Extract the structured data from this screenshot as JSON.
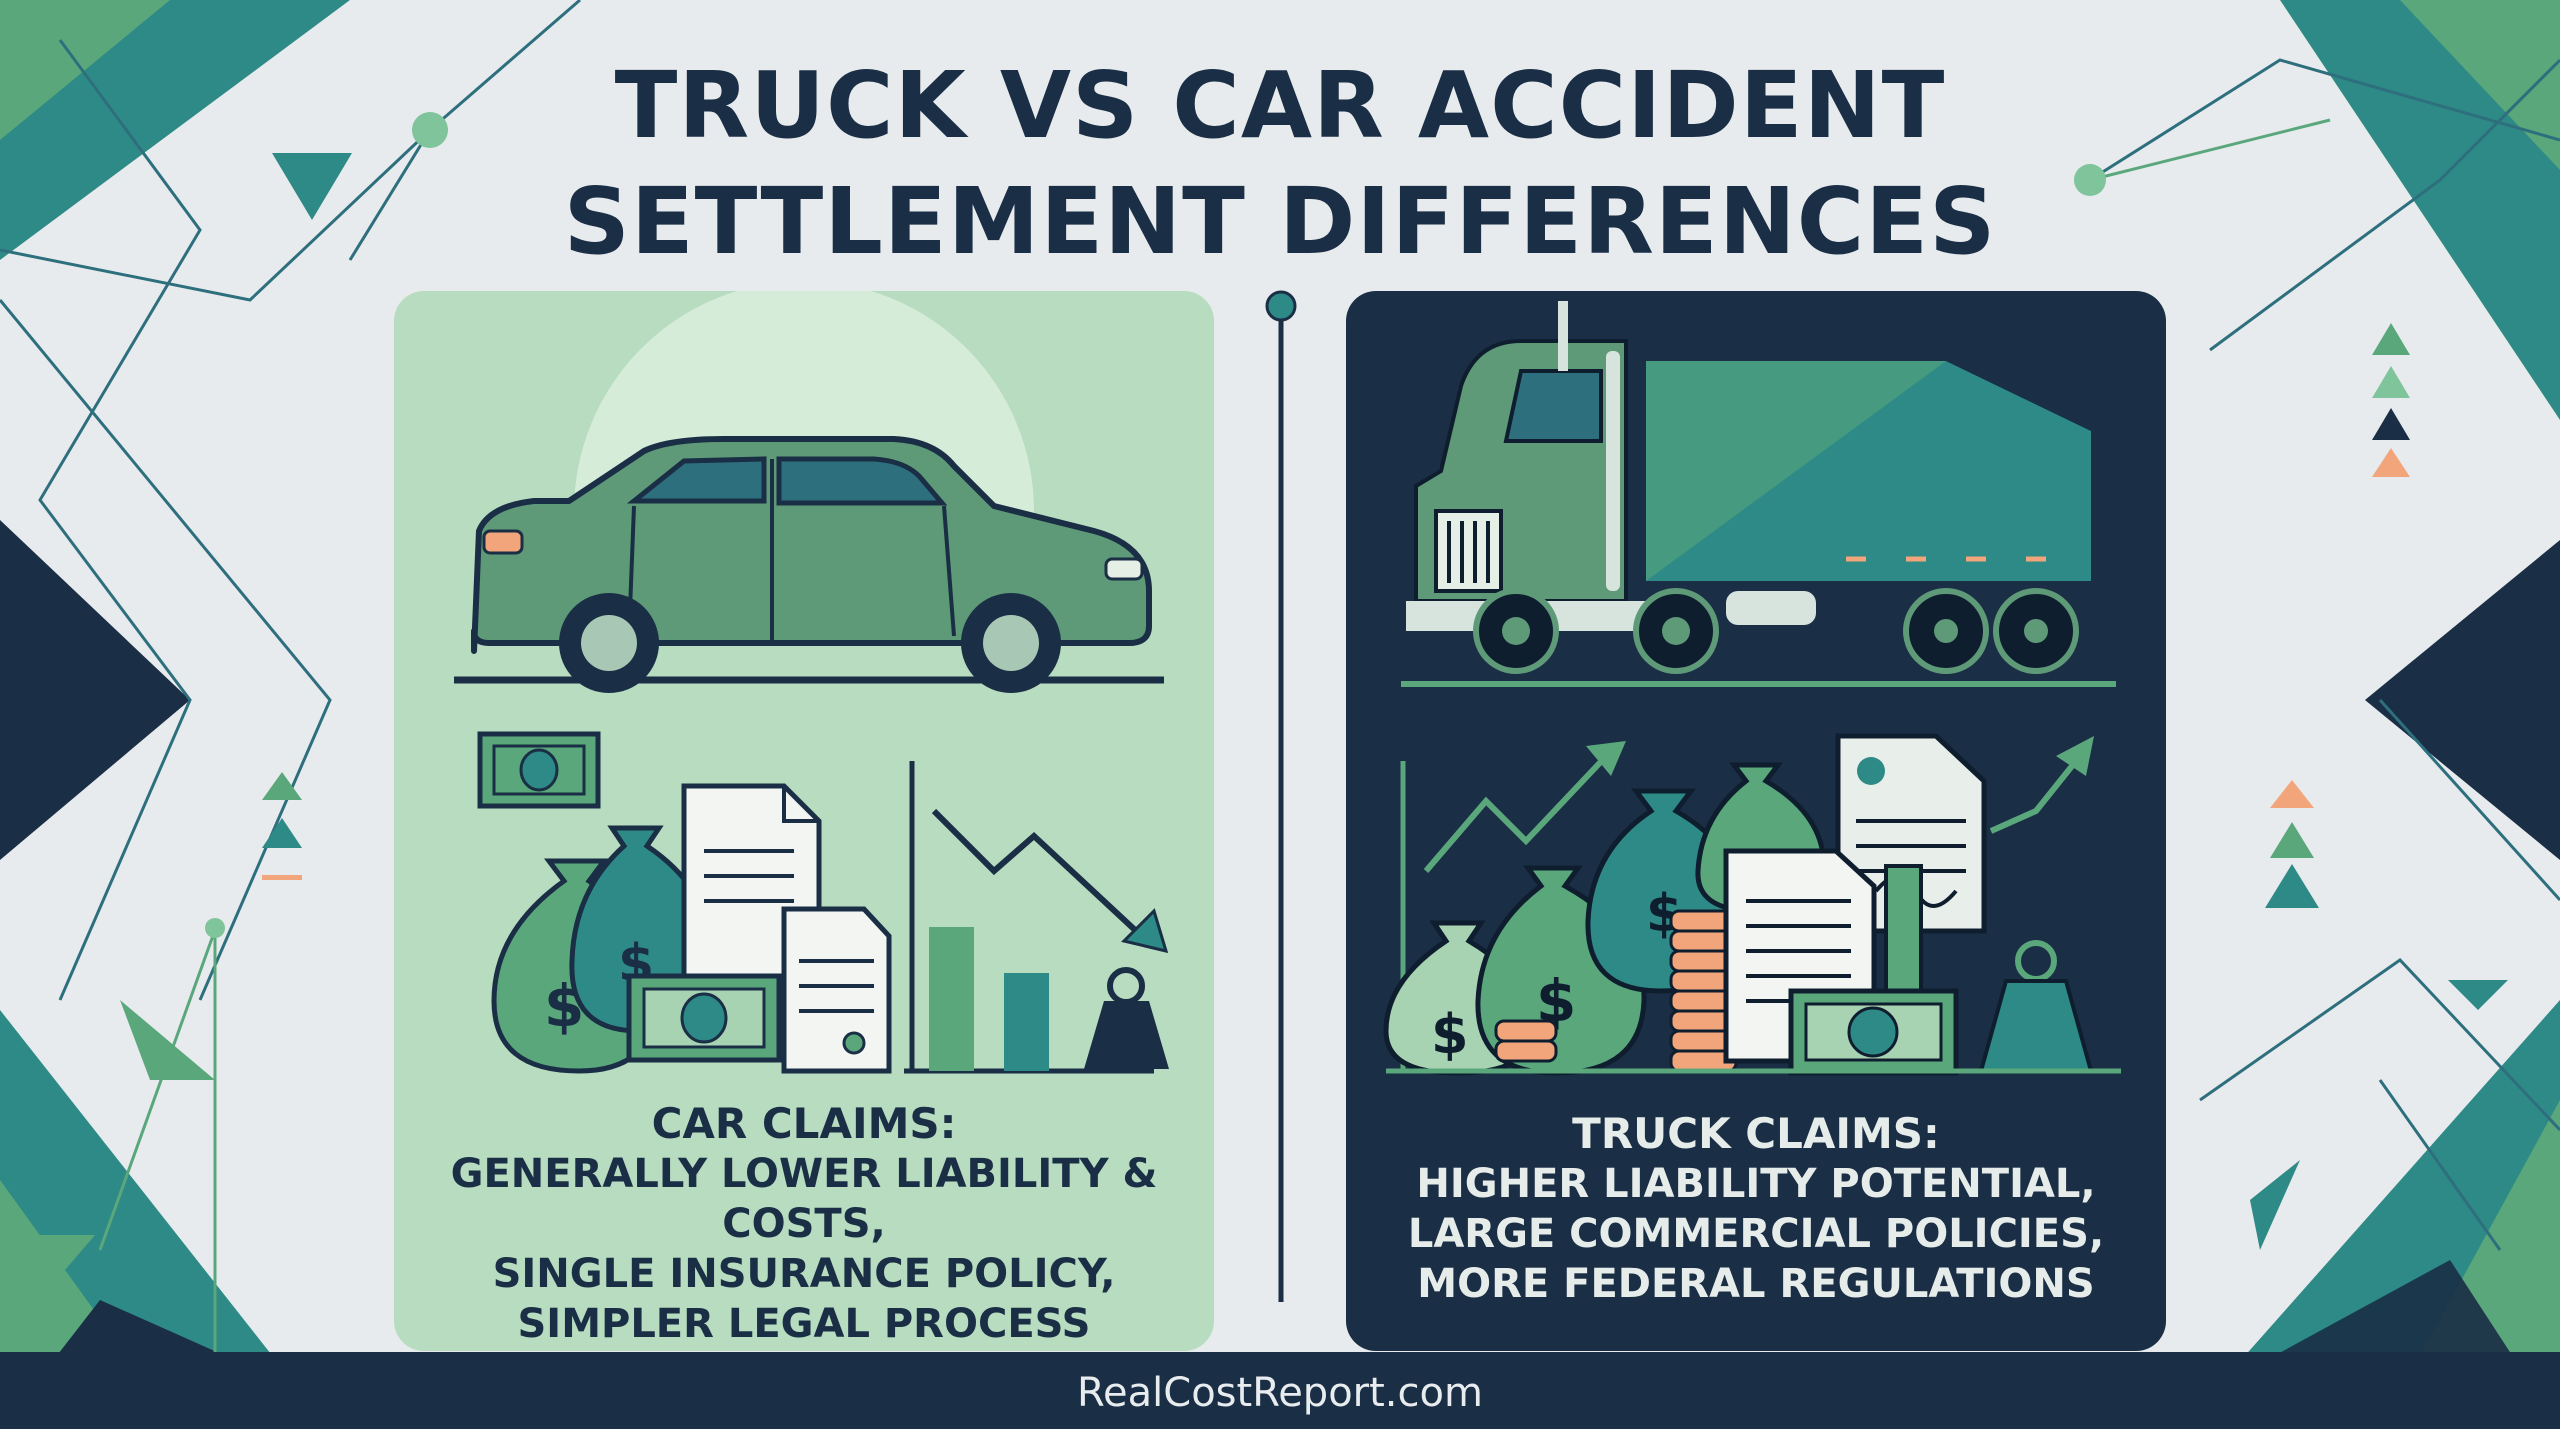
{
  "title": {
    "line1": "TRUCK VS CAR ACCIDENT",
    "line2": "SETTLEMENT DIFFERENCES"
  },
  "car_panel": {
    "heading": "CAR CLAIMS:",
    "lines": [
      "GENERALLY LOWER LIABILITY & COSTS,",
      "SINGLE INSURANCE POLICY,",
      "SIMPLER LEGAL PROCESS"
    ],
    "icons": [
      "car-icon",
      "dollar-bill-icon",
      "money-bag-icon",
      "document-icon",
      "bar-chart-icon",
      "down-trend-arrow-icon",
      "weight-icon"
    ]
  },
  "truck_panel": {
    "heading": "TRUCK CLAIMS:",
    "lines": [
      "HIGHER LIABILITY POTENTIAL,",
      "LARGE COMMERCIAL POLICIES,",
      "MORE FEDERAL REGULATIONS"
    ],
    "icons": [
      "semi-truck-icon",
      "up-trend-arrow-icon",
      "money-bag-icon",
      "coin-stack-icon",
      "document-icon",
      "dollar-bill-icon",
      "weight-icon"
    ]
  },
  "footer": {
    "site": "RealCostReport.com"
  },
  "colors": {
    "navy": "#1a2e45",
    "teal": "#2e8a86",
    "green": "#5aa77c",
    "mint": "#b8dcbf",
    "light": "#e8ebee",
    "orange": "#f2a57a"
  }
}
